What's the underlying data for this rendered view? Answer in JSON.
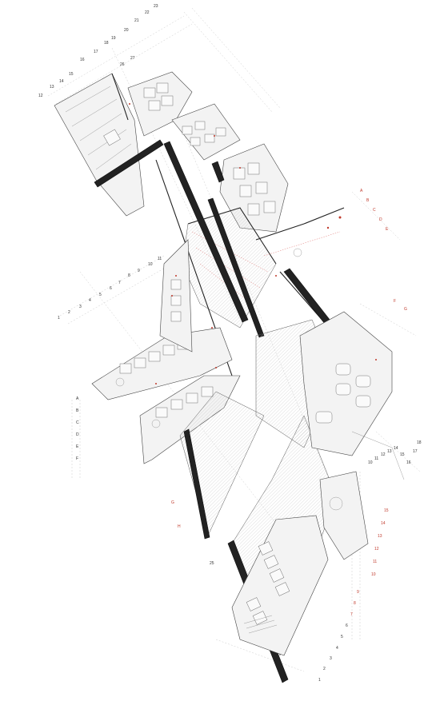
{
  "grid_numbers_upper": [
    "12",
    "13",
    "14",
    "15",
    "16",
    "17",
    "18",
    "19",
    "20",
    "21",
    "22",
    "23"
  ],
  "grid_numbers_mid": [
    "1",
    "2",
    "3",
    "4",
    "5",
    "6",
    "7",
    "8",
    "9",
    "10",
    "11"
  ],
  "grid_numbers_right": [
    "10",
    "11",
    "12",
    "13",
    "14",
    "15",
    "16",
    "17",
    "18"
  ],
  "grid_numbers_lower_right": [
    "1",
    "2",
    "3",
    "4",
    "5",
    "6",
    "7",
    "8",
    "9",
    "10",
    "11",
    "12",
    "13",
    "14",
    "15"
  ],
  "grid_letters_left": [
    "A",
    "B",
    "C",
    "D",
    "E",
    "F",
    "G",
    "H"
  ],
  "grid_letters_right": [
    "A",
    "B",
    "C",
    "D",
    "E",
    "F",
    "G"
  ],
  "room_labels": [
    "25",
    "26",
    "27"
  ],
  "colors": {
    "wall": "#222222",
    "accent": "#c0392b",
    "hatch": "#bbbbbb"
  }
}
